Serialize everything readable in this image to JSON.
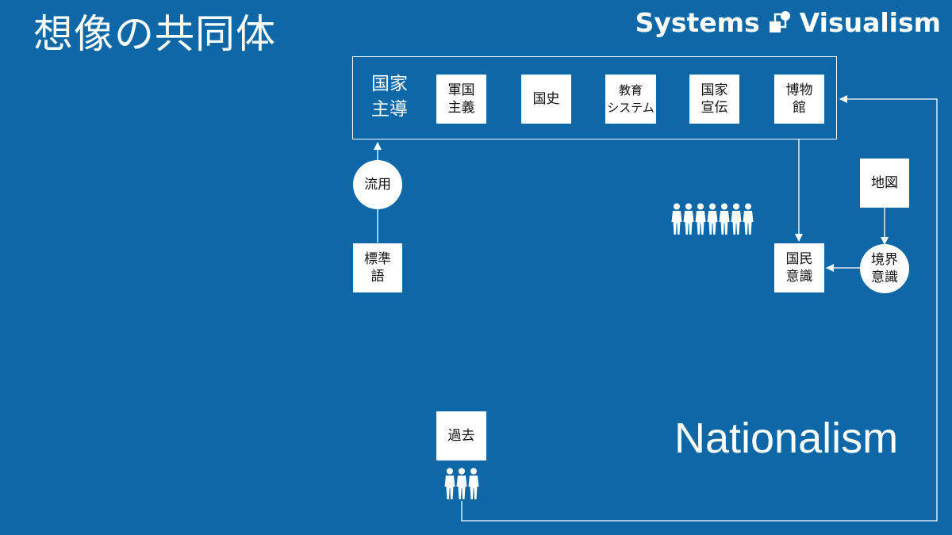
{
  "title": "想像の共同体",
  "logo": {
    "text_left": "Systems",
    "text_right": "Visualism",
    "icon": "systems-visualism-logo-icon"
  },
  "frame_label": "国家\n主導",
  "frame_items": [
    {
      "name": "military-nationalism-box",
      "label": "軍国\n主義"
    },
    {
      "name": "national-history-box",
      "label": "国史"
    },
    {
      "name": "education-system-box",
      "label": "教育\nシステム"
    },
    {
      "name": "state-propaganda-box",
      "label": "国家\n宣伝"
    },
    {
      "name": "museum-box",
      "label": "博物\n館"
    }
  ],
  "nodes": {
    "circulation": "流用",
    "standard_language": "標準\n語",
    "map": "地図",
    "border_awareness": "境界\n意識",
    "national_awareness": "国民\n意識",
    "past": "過去"
  },
  "people_groups": [
    {
      "name": "people-group-large-icon",
      "count": 7
    },
    {
      "name": "people-group-small-icon",
      "count": 3
    }
  ],
  "nationalism_label": "Nationalism",
  "colors": {
    "background": "#0e68a8",
    "foreground": "#ffffff",
    "text_dark": "#111111"
  }
}
